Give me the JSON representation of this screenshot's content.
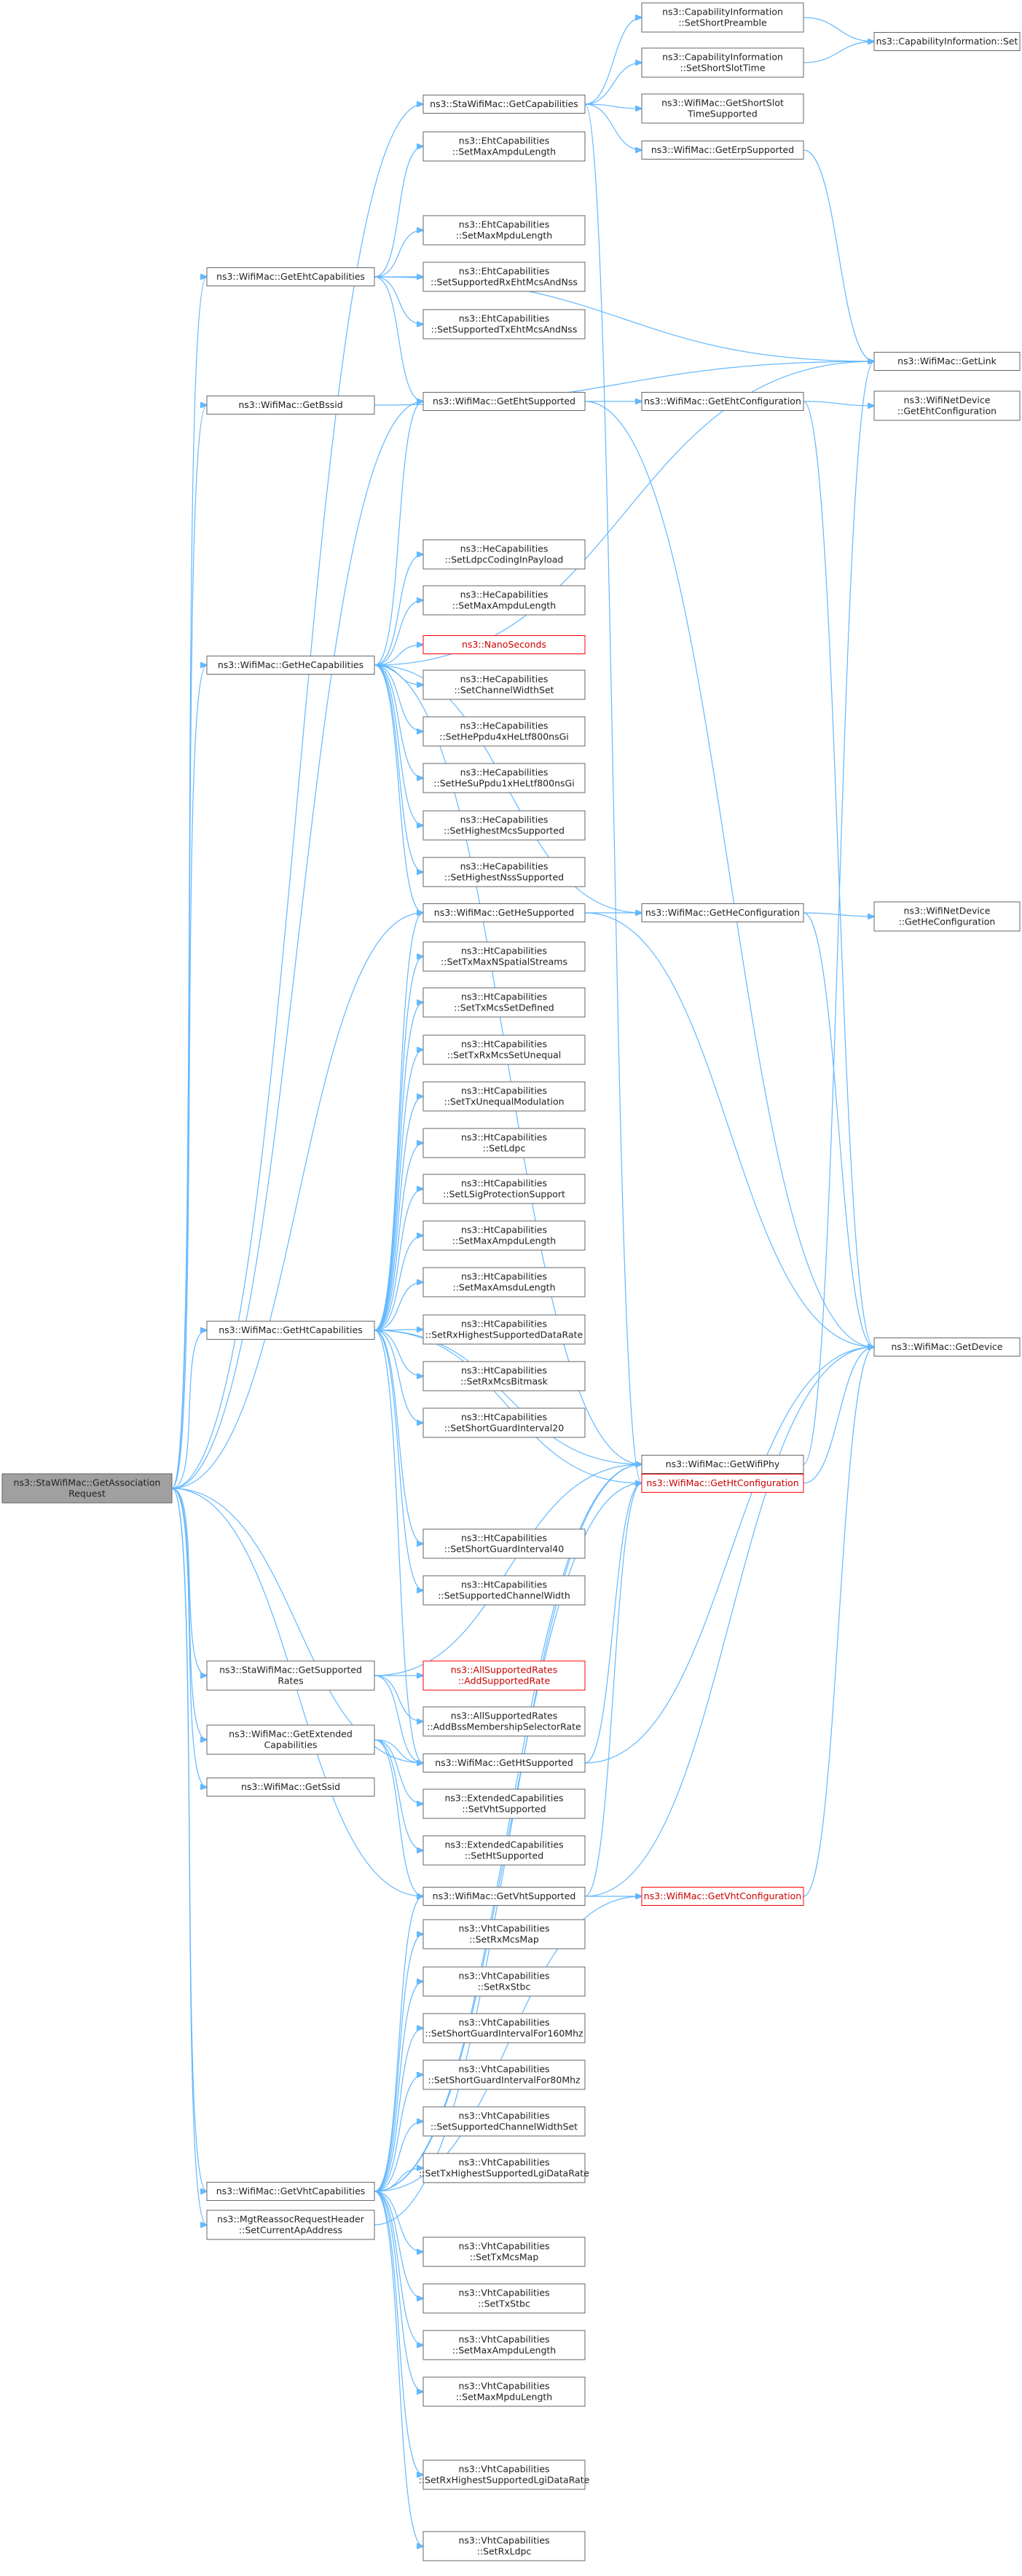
{
  "diagram": {
    "nodes": [
      {
        "id": "root",
        "lines": [
          "ns3::StaWifiMac::GetAssociation",
          "Request"
        ],
        "style": "root"
      },
      {
        "id": "staGetCap",
        "lines": [
          "ns3::StaWifiMac::GetCapabilities"
        ]
      },
      {
        "id": "ciShortPreamble",
        "lines": [
          "ns3::CapabilityInformation",
          "::SetShortPreamble"
        ]
      },
      {
        "id": "ciSet",
        "lines": [
          "ns3::CapabilityInformation::Set"
        ]
      },
      {
        "id": "ciShortSlot",
        "lines": [
          "ns3::CapabilityInformation",
          "::SetShortSlotTime"
        ]
      },
      {
        "id": "wmShortSlot",
        "lines": [
          "ns3::WifiMac::GetShortSlot",
          "TimeSupported"
        ]
      },
      {
        "id": "wmErp",
        "lines": [
          "ns3::WifiMac::GetErpSupported"
        ]
      },
      {
        "id": "ehtMaxAmpdu",
        "lines": [
          "ns3::EhtCapabilities",
          "::SetMaxAmpduLength"
        ]
      },
      {
        "id": "wmEhtCap",
        "lines": [
          "ns3::WifiMac::GetEhtCapabilities"
        ]
      },
      {
        "id": "ehtMaxMpdu",
        "lines": [
          "ns3::EhtCapabilities",
          "::SetMaxMpduLength"
        ]
      },
      {
        "id": "ehtRx",
        "lines": [
          "ns3::EhtCapabilities",
          "::SetSupportedRxEhtMcsAndNss"
        ]
      },
      {
        "id": "ehtTx",
        "lines": [
          "ns3::EhtCapabilities",
          "::SetSupportedTxEhtMcsAndNss"
        ]
      },
      {
        "id": "wmBssid",
        "lines": [
          "ns3::WifiMac::GetBssid"
        ]
      },
      {
        "id": "wmGetLink",
        "lines": [
          "ns3::WifiMac::GetLink"
        ]
      },
      {
        "id": "wmEhtSup",
        "lines": [
          "ns3::WifiMac::GetEhtSupported"
        ]
      },
      {
        "id": "wmEhtConf",
        "lines": [
          "ns3::WifiMac::GetEhtConfiguration"
        ]
      },
      {
        "id": "ndEhtConf",
        "lines": [
          "ns3::WifiNetDevice",
          "::GetEhtConfiguration"
        ]
      },
      {
        "id": "heLdpc",
        "lines": [
          "ns3::HeCapabilities",
          "::SetLdpcCodingInPayload"
        ]
      },
      {
        "id": "heMaxAmpdu",
        "lines": [
          "ns3::HeCapabilities",
          "::SetMaxAmpduLength"
        ]
      },
      {
        "id": "nano",
        "lines": [
          "ns3::NanoSeconds"
        ],
        "style": "red"
      },
      {
        "id": "wmHeCap",
        "lines": [
          "ns3::WifiMac::GetHeCapabilities"
        ]
      },
      {
        "id": "heChWidth",
        "lines": [
          "ns3::HeCapabilities",
          "::SetChannelWidthSet"
        ]
      },
      {
        "id": "hePpdu4x",
        "lines": [
          "ns3::HeCapabilities",
          "::SetHePpdu4xHeLtf800nsGi"
        ]
      },
      {
        "id": "heSuPpdu1x",
        "lines": [
          "ns3::HeCapabilities",
          "::SetHeSuPpdu1xHeLtf800nsGi"
        ]
      },
      {
        "id": "heHighMcs",
        "lines": [
          "ns3::HeCapabilities",
          "::SetHighestMcsSupported"
        ]
      },
      {
        "id": "heHighNss",
        "lines": [
          "ns3::HeCapabilities",
          "::SetHighestNssSupported"
        ]
      },
      {
        "id": "wmHeSup",
        "lines": [
          "ns3::WifiMac::GetHeSupported"
        ]
      },
      {
        "id": "wmHeConf",
        "lines": [
          "ns3::WifiMac::GetHeConfiguration"
        ]
      },
      {
        "id": "ndHeConf",
        "lines": [
          "ns3::WifiNetDevice",
          "::GetHeConfiguration"
        ]
      },
      {
        "id": "htTxMaxNss",
        "lines": [
          "ns3::HtCapabilities",
          "::SetTxMaxNSpatialStreams"
        ]
      },
      {
        "id": "htTxMcsDef",
        "lines": [
          "ns3::HtCapabilities",
          "::SetTxMcsSetDefined"
        ]
      },
      {
        "id": "htTxRxUneq",
        "lines": [
          "ns3::HtCapabilities",
          "::SetTxRxMcsSetUnequal"
        ]
      },
      {
        "id": "htTxUneqMod",
        "lines": [
          "ns3::HtCapabilities",
          "::SetTxUnequalModulation"
        ]
      },
      {
        "id": "htLdpc",
        "lines": [
          "ns3::HtCapabilities",
          "::SetLdpc"
        ]
      },
      {
        "id": "htLsig",
        "lines": [
          "ns3::HtCapabilities",
          "::SetLSigProtectionSupport"
        ]
      },
      {
        "id": "htMaxAmpdu",
        "lines": [
          "ns3::HtCapabilities",
          "::SetMaxAmpduLength"
        ]
      },
      {
        "id": "htMaxAmsdu",
        "lines": [
          "ns3::HtCapabilities",
          "::SetMaxAmsduLength"
        ]
      },
      {
        "id": "wmHtCap",
        "lines": [
          "ns3::WifiMac::GetHtCapabilities"
        ]
      },
      {
        "id": "htRxHigh",
        "lines": [
          "ns3::HtCapabilities",
          "::SetRxHighestSupportedDataRate"
        ]
      },
      {
        "id": "htRxMcsBit",
        "lines": [
          "ns3::HtCapabilities",
          "::SetRxMcsBitmask"
        ]
      },
      {
        "id": "htSgi20",
        "lines": [
          "ns3::HtCapabilities",
          "::SetShortGuardInterval20"
        ]
      },
      {
        "id": "wmGetDevice",
        "lines": [
          "ns3::WifiMac::GetDevice"
        ]
      },
      {
        "id": "wmWifiPhy",
        "lines": [
          "ns3::WifiMac::GetWifiPhy"
        ]
      },
      {
        "id": "wmHtConf",
        "lines": [
          "ns3::WifiMac::GetHtConfiguration"
        ],
        "style": "red"
      },
      {
        "id": "htSgi40",
        "lines": [
          "ns3::HtCapabilities",
          "::SetShortGuardInterval40"
        ]
      },
      {
        "id": "htSupChW",
        "lines": [
          "ns3::HtCapabilities",
          "::SetSupportedChannelWidth"
        ]
      },
      {
        "id": "staSupRates",
        "lines": [
          "ns3::StaWifiMac::GetSupported",
          "Rates"
        ]
      },
      {
        "id": "asrAdd",
        "lines": [
          "ns3::AllSupportedRates",
          "::AddSupportedRate"
        ],
        "style": "red"
      },
      {
        "id": "asrBss",
        "lines": [
          "ns3::AllSupportedRates",
          "::AddBssMembershipSelectorRate"
        ]
      },
      {
        "id": "wmExtCap",
        "lines": [
          "ns3::WifiMac::GetExtended",
          "Capabilities"
        ]
      },
      {
        "id": "wmHtSup",
        "lines": [
          "ns3::WifiMac::GetHtSupported"
        ]
      },
      {
        "id": "wmSsid",
        "lines": [
          "ns3::WifiMac::GetSsid"
        ]
      },
      {
        "id": "ecVht",
        "lines": [
          "ns3::ExtendedCapabilities",
          "::SetVhtSupported"
        ]
      },
      {
        "id": "ecHt",
        "lines": [
          "ns3::ExtendedCapabilities",
          "::SetHtSupported"
        ]
      },
      {
        "id": "wmVhtSup",
        "lines": [
          "ns3::WifiMac::GetVhtSupported"
        ]
      },
      {
        "id": "wmVhtConf",
        "lines": [
          "ns3::WifiMac::GetVhtConfiguration"
        ],
        "style": "red"
      },
      {
        "id": "vhtRxMcs",
        "lines": [
          "ns3::VhtCapabilities",
          "::SetRxMcsMap"
        ]
      },
      {
        "id": "vhtRxStbc",
        "lines": [
          "ns3::VhtCapabilities",
          "::SetRxStbc"
        ]
      },
      {
        "id": "vhtSgi160",
        "lines": [
          "ns3::VhtCapabilities",
          "::SetShortGuardIntervalFor160Mhz"
        ]
      },
      {
        "id": "vhtSgi80",
        "lines": [
          "ns3::VhtCapabilities",
          "::SetShortGuardIntervalFor80Mhz"
        ]
      },
      {
        "id": "vhtSupChW",
        "lines": [
          "ns3::VhtCapabilities",
          "::SetSupportedChannelWidthSet"
        ]
      },
      {
        "id": "vhtTxHigh",
        "lines": [
          "ns3::VhtCapabilities",
          "::SetTxHighestSupportedLgiDataRate"
        ]
      },
      {
        "id": "wmVhtCap",
        "lines": [
          "ns3::WifiMac::GetVhtCapabilities"
        ]
      },
      {
        "id": "mgtReassoc",
        "lines": [
          "ns3::MgtReassocRequestHeader",
          "::SetCurrentApAddress"
        ]
      },
      {
        "id": "vhtTxMcs",
        "lines": [
          "ns3::VhtCapabilities",
          "::SetTxMcsMap"
        ]
      },
      {
        "id": "vhtTxStbc",
        "lines": [
          "ns3::VhtCapabilities",
          "::SetTxStbc"
        ]
      },
      {
        "id": "vhtMaxAmpdu",
        "lines": [
          "ns3::VhtCapabilities",
          "::SetMaxAmpduLength"
        ]
      },
      {
        "id": "vhtMaxMpdu",
        "lines": [
          "ns3::VhtCapabilities",
          "::SetMaxMpduLength"
        ]
      },
      {
        "id": "vhtRxHigh",
        "lines": [
          "ns3::VhtCapabilities",
          "::SetRxHighestSupportedLgiDataRate"
        ]
      },
      {
        "id": "vhtRxLdpc",
        "lines": [
          "ns3::VhtCapabilities",
          "::SetRxLdpc"
        ]
      }
    ],
    "edges": [
      [
        "root",
        "staGetCap"
      ],
      [
        "root",
        "wmEhtCap"
      ],
      [
        "root",
        "wmBssid"
      ],
      [
        "root",
        "wmEhtSup"
      ],
      [
        "root",
        "wmHeCap"
      ],
      [
        "root",
        "wmHeSup"
      ],
      [
        "root",
        "wmHtCap"
      ],
      [
        "root",
        "staSupRates"
      ],
      [
        "root",
        "wmExtCap"
      ],
      [
        "root",
        "wmHtSup"
      ],
      [
        "root",
        "wmSsid"
      ],
      [
        "root",
        "wmVhtSup"
      ],
      [
        "root",
        "wmVhtCap"
      ],
      [
        "root",
        "mgtReassoc"
      ],
      [
        "staGetCap",
        "ciShortPreamble"
      ],
      [
        "staGetCap",
        "ciShortSlot"
      ],
      [
        "staGetCap",
        "wmShortSlot"
      ],
      [
        "staGetCap",
        "wmErp"
      ],
      [
        "staGetCap",
        "wmHtConf"
      ],
      [
        "ciShortPreamble",
        "ciSet"
      ],
      [
        "ciShortSlot",
        "ciSet"
      ],
      [
        "wmErp",
        "wmGetLink"
      ],
      [
        "wmEhtCap",
        "ehtMaxAmpdu"
      ],
      [
        "wmEhtCap",
        "ehtMaxMpdu"
      ],
      [
        "wmEhtCap",
        "ehtRx"
      ],
      [
        "wmEhtCap",
        "ehtTx"
      ],
      [
        "wmEhtCap",
        "wmEhtSup"
      ],
      [
        "wmEhtCap",
        "wmGetLink"
      ],
      [
        "wmBssid",
        "wmGetLink"
      ],
      [
        "wmEhtSup",
        "wmEhtConf"
      ],
      [
        "wmEhtSup",
        "wmGetDevice"
      ],
      [
        "wmEhtConf",
        "ndEhtConf"
      ],
      [
        "wmEhtConf",
        "wmGetDevice"
      ],
      [
        "wmHeCap",
        "heLdpc"
      ],
      [
        "wmHeCap",
        "heMaxAmpdu"
      ],
      [
        "wmHeCap",
        "nano"
      ],
      [
        "wmHeCap",
        "heChWidth"
      ],
      [
        "wmHeCap",
        "hePpdu4x"
      ],
      [
        "wmHeCap",
        "heSuPpdu1x"
      ],
      [
        "wmHeCap",
        "heHighMcs"
      ],
      [
        "wmHeCap",
        "heHighNss"
      ],
      [
        "wmHeCap",
        "wmHeSup"
      ],
      [
        "wmHeCap",
        "wmEhtSup"
      ],
      [
        "wmHeCap",
        "wmHeConf"
      ],
      [
        "wmHeCap",
        "wmWifiPhy"
      ],
      [
        "wmHeCap",
        "wmGetLink"
      ],
      [
        "wmHeSup",
        "wmHeConf"
      ],
      [
        "wmHeSup",
        "wmGetDevice"
      ],
      [
        "wmHeConf",
        "ndHeConf"
      ],
      [
        "wmHeConf",
        "wmGetDevice"
      ],
      [
        "wmHtCap",
        "htTxMaxNss"
      ],
      [
        "wmHtCap",
        "htTxMcsDef"
      ],
      [
        "wmHtCap",
        "htTxRxUneq"
      ],
      [
        "wmHtCap",
        "htTxUneqMod"
      ],
      [
        "wmHtCap",
        "htLdpc"
      ],
      [
        "wmHtCap",
        "htLsig"
      ],
      [
        "wmHtCap",
        "htMaxAmpdu"
      ],
      [
        "wmHtCap",
        "htMaxAmsdu"
      ],
      [
        "wmHtCap",
        "htRxHigh"
      ],
      [
        "wmHtCap",
        "htRxMcsBit"
      ],
      [
        "wmHtCap",
        "htSgi20"
      ],
      [
        "wmHtCap",
        "htSgi40"
      ],
      [
        "wmHtCap",
        "htSupChW"
      ],
      [
        "wmHtCap",
        "wmHtConf"
      ],
      [
        "wmHtCap",
        "wmWifiPhy"
      ],
      [
        "wmHtCap",
        "wmHtSup"
      ],
      [
        "wmHtCap",
        "wmHeSup"
      ],
      [
        "wmWifiPhy",
        "wmGetLink"
      ],
      [
        "wmHtConf",
        "wmGetDevice"
      ],
      [
        "staSupRates",
        "asrAdd"
      ],
      [
        "staSupRates",
        "asrBss"
      ],
      [
        "staSupRates",
        "wmHtSup"
      ],
      [
        "staSupRates",
        "wmWifiPhy"
      ],
      [
        "wmExtCap",
        "wmHtSup"
      ],
      [
        "wmExtCap",
        "ecVht"
      ],
      [
        "wmExtCap",
        "ecHt"
      ],
      [
        "wmExtCap",
        "wmVhtSup"
      ],
      [
        "wmHtSup",
        "wmHtConf"
      ],
      [
        "wmHtSup",
        "wmGetDevice"
      ],
      [
        "wmVhtSup",
        "wmVhtConf"
      ],
      [
        "wmVhtSup",
        "wmGetDevice"
      ],
      [
        "wmVhtSup",
        "wmHtConf"
      ],
      [
        "wmVhtConf",
        "wmGetDevice"
      ],
      [
        "wmVhtCap",
        "vhtRxMcs"
      ],
      [
        "wmVhtCap",
        "vhtRxStbc"
      ],
      [
        "wmVhtCap",
        "vhtSgi160"
      ],
      [
        "wmVhtCap",
        "vhtSgi80"
      ],
      [
        "wmVhtCap",
        "vhtSupChW"
      ],
      [
        "wmVhtCap",
        "vhtTxHigh"
      ],
      [
        "wmVhtCap",
        "vhtTxMcs"
      ],
      [
        "wmVhtCap",
        "vhtTxStbc"
      ],
      [
        "wmVhtCap",
        "vhtMaxAmpdu"
      ],
      [
        "wmVhtCap",
        "vhtMaxMpdu"
      ],
      [
        "wmVhtCap",
        "vhtRxHigh"
      ],
      [
        "wmVhtCap",
        "vhtRxLdpc"
      ],
      [
        "wmVhtCap",
        "wmVhtSup"
      ],
      [
        "wmVhtCap",
        "wmVhtConf"
      ],
      [
        "wmVhtCap",
        "wmHtConf"
      ],
      [
        "wmVhtCap",
        "wmWifiPhy"
      ],
      [
        "mgtReassoc",
        "wmWifiPhy"
      ]
    ],
    "colors": {
      "edge": "#63b8ff",
      "node_border": "#666666",
      "root_fill": "#a0a0a0",
      "red_border": "#ff0000"
    }
  }
}
